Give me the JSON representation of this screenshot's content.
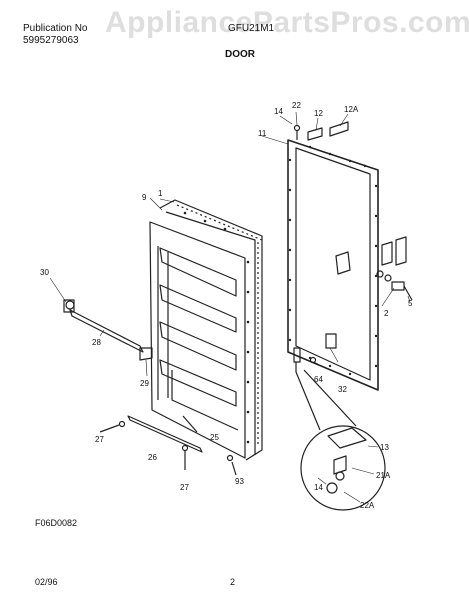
{
  "header": {
    "publication_label": "Publication No",
    "publication_number": "5995279063",
    "model": "GFU21M1",
    "section_title": "DOOR"
  },
  "watermark": "AppliancePartsPros.com",
  "figure_code": "F06D0082",
  "footer": {
    "date": "02/96",
    "page": "2"
  },
  "parts": {
    "p1": "1",
    "p9": "9",
    "p30": "30",
    "p28": "28",
    "p29": "29",
    "p27a": "27",
    "p27b": "27",
    "p25": "25",
    "p26": "26",
    "p93": "93",
    "p14a": "14",
    "p22a": "22",
    "p12": "12",
    "p12a": "12A",
    "p11": "11",
    "p2": "2",
    "p5": "5",
    "p64": "64",
    "p32": "32",
    "p13": "13",
    "p21a": "21A",
    "p14b": "14",
    "p22b": "22A"
  }
}
